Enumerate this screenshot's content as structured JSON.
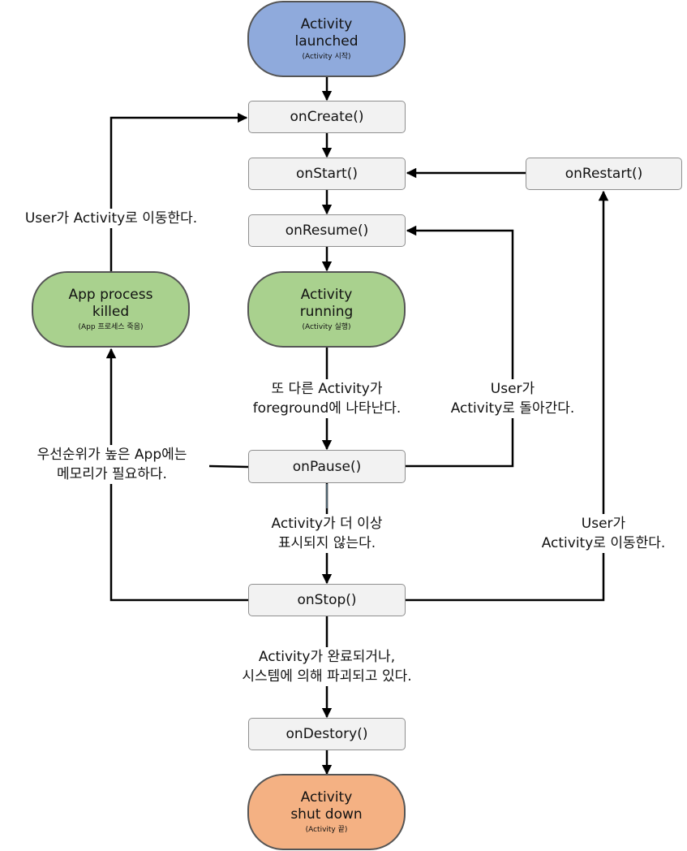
{
  "nodes": {
    "launched": {
      "title": "Activity",
      "title2": "launched",
      "sub": "(Activity 시작)"
    },
    "on_create": "onCreate()",
    "on_start": "onStart()",
    "on_restart": "onRestart()",
    "on_resume": "onResume()",
    "running": {
      "title": "Activity",
      "title2": "running",
      "sub": "(Activity 실행)"
    },
    "killed": {
      "title": "App process",
      "title2": "killed",
      "sub": "(App 프로세스 죽음)"
    },
    "on_pause": "onPause()",
    "on_stop": "onStop()",
    "on_destroy": "onDestory()",
    "shutdown": {
      "title": "Activity",
      "title2": "shut down",
      "sub": "(Activity 끝)"
    }
  },
  "labels": {
    "user_navigates_left": "User가 Activity로 이동한다.",
    "another_activity_1": "또 다른 Activity가",
    "another_activity_2": "foreground에 나타난다.",
    "user_returns_1": "User가",
    "user_returns_2": "Activity로 돌아간다.",
    "memory_1": "우선순위가 높은 App에는",
    "memory_2": "메모리가 필요하다.",
    "not_visible_1": "Activity가 더 이상",
    "not_visible_2": "표시되지 않는다.",
    "user_navigates_right_1": "User가",
    "user_navigates_right_2": "Activity로 이동한다.",
    "finishing_1": "Activity가 완료되거나,",
    "finishing_2": "시스템에 의해 파괴되고 있다."
  },
  "colors": {
    "launched": "#8faadc",
    "running": "#a9d18e",
    "killed": "#a9d18e",
    "shutdown": "#f4b183",
    "method_box": "#f2f2f2"
  }
}
